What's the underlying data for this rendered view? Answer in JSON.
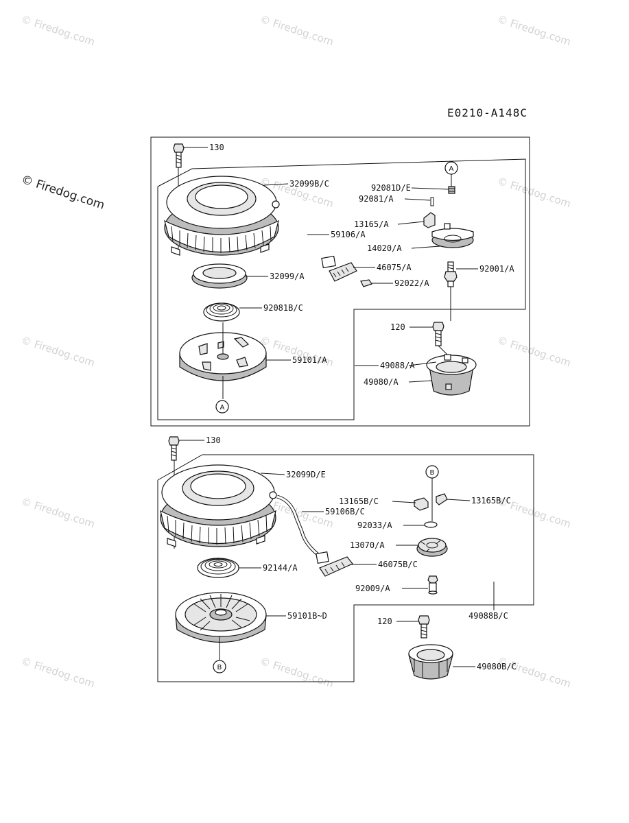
{
  "diagram_code": "E0210-A148C",
  "watermark": {
    "text": "© Firedog.com",
    "side_text": "© Firedog.com"
  },
  "callouts": {
    "a": "A",
    "b": "B"
  },
  "upper": {
    "labels": {
      "l130": "130",
      "l32099bc": "32099B/C",
      "l92081de": "92081D/E",
      "l92081a": "92081/A",
      "l13165a": "13165/A",
      "l59106a": "59106/A",
      "l14020a": "14020/A",
      "l46075a": "46075/A",
      "l92001a": "92001/A",
      "l32099a": "32099/A",
      "l92022a": "92022/A",
      "l92081bc": "92081B/C",
      "l120": "120",
      "l59101a": "59101/A",
      "l49088a": "49088/A",
      "l49080a": "49080/A"
    }
  },
  "lower": {
    "labels": {
      "l130": "130",
      "l32099de": "32099D/E",
      "l13165bc_left": "13165B/C",
      "l13165bc_right": "13165B/C",
      "l59106bc": "59106B/C",
      "l92033a": "92033/A",
      "l13070a": "13070/A",
      "l92144a": "92144/A",
      "l46075bc": "46075B/C",
      "l92009a": "92009/A",
      "l49088bc": "49088B/C",
      "l120": "120",
      "l59101bd": "59101B~D",
      "l49080bc": "49080B/C"
    }
  }
}
